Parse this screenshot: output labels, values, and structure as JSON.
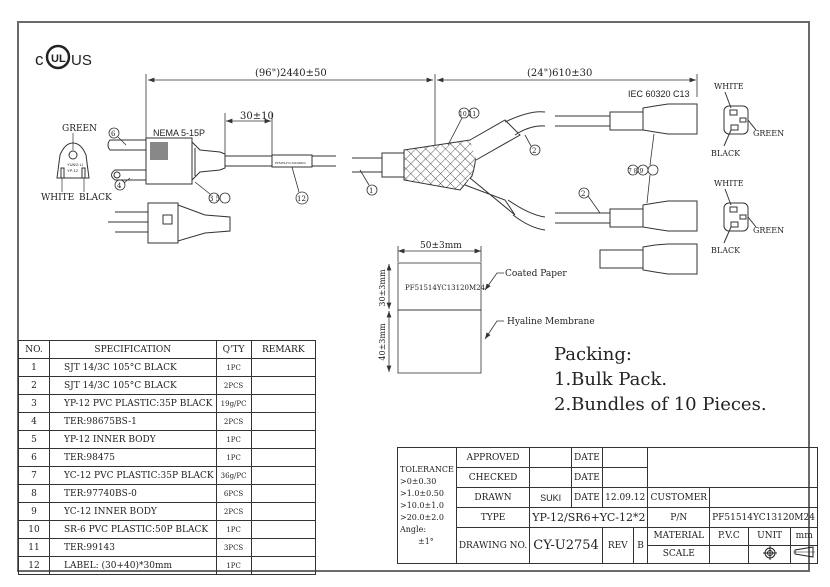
{
  "certification": {
    "left": "c",
    "mark": "UL",
    "right": "US"
  },
  "dimensions": {
    "total_length": "(96\")2440±50",
    "branch_length": "(24\")610±30",
    "strip_length": "30±10",
    "label_width": "50±3mm",
    "label_upper_height": "30±3mm",
    "label_lower_height": "40±3mm"
  },
  "plug": {
    "type": "NEMA 5-15P",
    "face_labels": {
      "top": "GREEN",
      "left": "WHITE",
      "right": "BLACK"
    },
    "face_marking": [
      "YUNG LI",
      "YP-12"
    ]
  },
  "connector": {
    "type": "IEC 60320 C13",
    "face_labels": {
      "top": "WHITE",
      "right": "GREEN",
      "bottom": "BLACK"
    }
  },
  "balloons": {
    "plug_pin_top": "6",
    "plug_pin_bottom": "4",
    "plug_body": "3 5",
    "cable_main": "1",
    "label": "12",
    "splitter": "10 11",
    "branch_top": "2",
    "branch_bottom": "2",
    "connector": "7 8 9"
  },
  "label_spec": {
    "text": "PF51514YC13120M24",
    "upper_note": "Coated Paper",
    "lower_note": "Hyaline Membrane"
  },
  "packing": {
    "title": "Packing:",
    "lines": [
      "1.Bulk Pack.",
      "2.Bundles of 10 Pieces."
    ]
  },
  "bom": {
    "headers": [
      "NO.",
      "SPECIFICATION",
      "Q'TY",
      "REMARK"
    ],
    "rows": [
      {
        "no": "1",
        "spec": "SJT 14/3C 105°C BLACK",
        "qty": "1PC",
        "remark": ""
      },
      {
        "no": "2",
        "spec": "SJT 14/3C 105°C BLACK",
        "qty": "2PCS",
        "remark": ""
      },
      {
        "no": "3",
        "spec": "YP-12 PVC PLASTIC:35P BLACK",
        "qty": "19g/PC",
        "remark": ""
      },
      {
        "no": "4",
        "spec": "TER:98675BS-1",
        "qty": "2PCS",
        "remark": ""
      },
      {
        "no": "5",
        "spec": "YP-12 INNER BODY",
        "qty": "1PC",
        "remark": ""
      },
      {
        "no": "6",
        "spec": "TER:98475",
        "qty": "1PC",
        "remark": ""
      },
      {
        "no": "7",
        "spec": "YC-12 PVC PLASTIC:35P BLACK",
        "qty": "36g/PC",
        "remark": ""
      },
      {
        "no": "8",
        "spec": "TER:97740BS-0",
        "qty": "6PCS",
        "remark": ""
      },
      {
        "no": "9",
        "spec": "YC-12 INNER BODY",
        "qty": "2PCS",
        "remark": ""
      },
      {
        "no": "10",
        "spec": "SR-6 PVC PLASTIC:50P BLACK",
        "qty": "1PC",
        "remark": ""
      },
      {
        "no": "11",
        "spec": "TER:99143",
        "qty": "3PCS",
        "remark": ""
      },
      {
        "no": "12",
        "spec": "LABEL: (30+40)*30mm",
        "qty": "1PC",
        "remark": ""
      }
    ]
  },
  "title_block": {
    "tolerance": [
      "TOLERANCE",
      ">0±0.30",
      ">1.0±0.50",
      ">10.0±1.0",
      ">20.0±2.0",
      "Angle:",
      "±1°"
    ],
    "approved_label": "APPROVED",
    "approved_value": "",
    "checked_label": "CHECKED",
    "checked_value": "",
    "drawn_label": "DRAWN",
    "drawn_value": "SUKI",
    "date_label": "DATE",
    "drawn_date": "12.09.12",
    "type_label": "TYPE",
    "type_value": "YP-12/SR6+YC-12*2",
    "drawing_no_label": "DRAWING NO.",
    "drawing_no_value": "CY-U2754",
    "rev_label": "REV",
    "rev_value": "B",
    "customer_label": "CUSTOMER",
    "customer_value": "",
    "pn_label": "P/N",
    "pn_value": "PF51514YC13120M24",
    "material_label": "MATERIAL",
    "material_value": "P.V.C",
    "unit_label": "UNIT",
    "unit_value": "mm",
    "scale_label": "SCALE",
    "scale_value": ""
  }
}
